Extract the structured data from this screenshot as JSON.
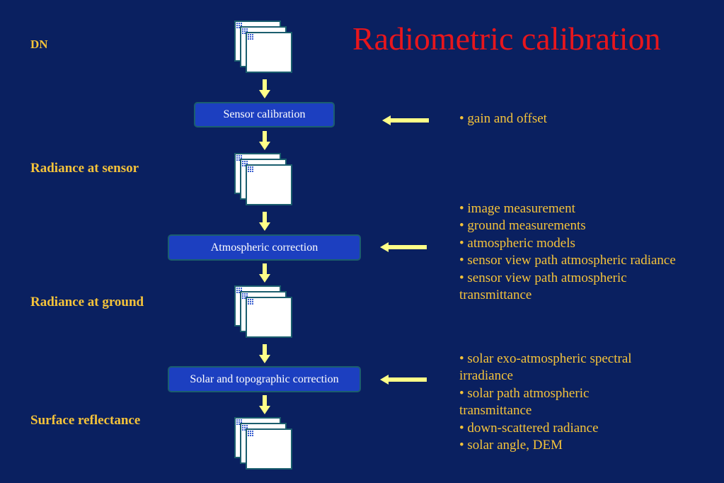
{
  "title": "Radiometric calibration",
  "stages": [
    {
      "label": "DN"
    },
    {
      "label": "Radiance at sensor"
    },
    {
      "label": "Radiance at ground"
    },
    {
      "label": "Surface reflectance"
    }
  ],
  "processes": [
    {
      "label": "Sensor calibration"
    },
    {
      "label": "Atmospheric correction"
    },
    {
      "label": "Solar and topographic correction"
    }
  ],
  "notes": [
    [
      "• gain and offset"
    ],
    [
      "• image measurement",
      "• ground measurements",
      "• atmospheric models",
      "•  sensor view path atmospheric radiance",
      "•  sensor view path atmospheric transmittance"
    ],
    [
      "• solar exo-atmospheric spectral irradiance",
      "• solar path atmospheric transmittance",
      "• down-scattered radiance",
      "• solar angle, DEM"
    ]
  ],
  "colors": {
    "background": "#0a2060",
    "title": "#e8161c",
    "label": "#f5c33a",
    "box": "#1c3fc0",
    "arrow": "#ffff88"
  }
}
